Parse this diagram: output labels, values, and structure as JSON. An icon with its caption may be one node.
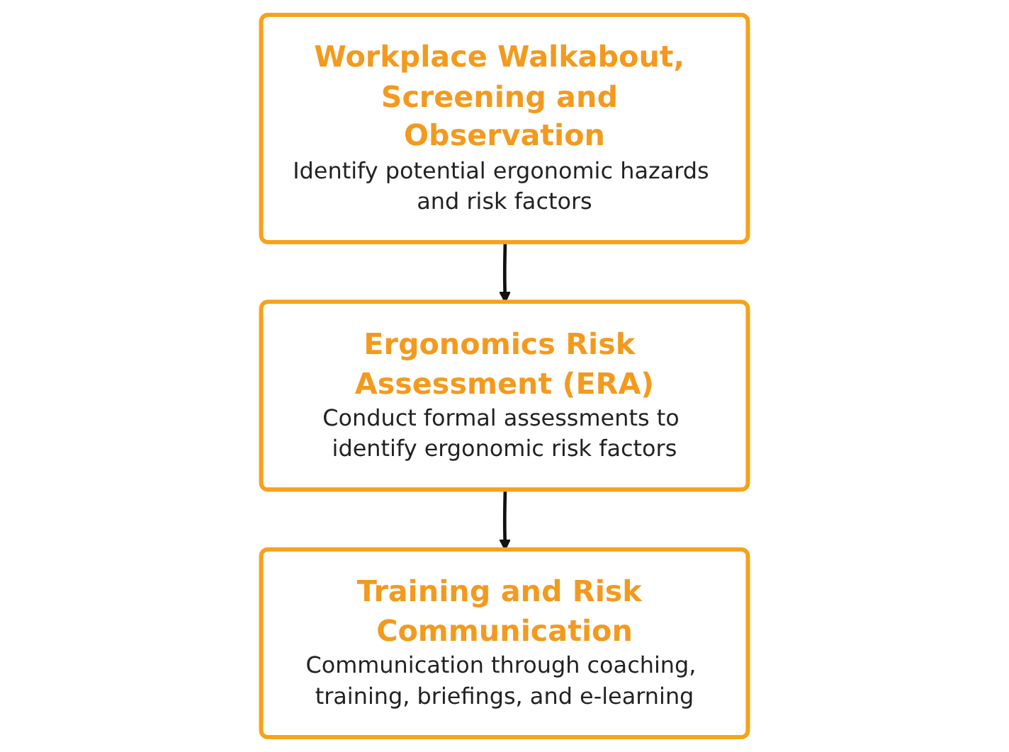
{
  "diagram": {
    "nodes": [
      {
        "text": [
          "Workplace Walkabout, Screening and Observation",
          "Identify potential ergonomic hazards and risk factors"
        ]
      },
      {
        "text": [
          "Ergonomics Risk Assessment (ERA)",
          "Conduct formal assessments to identify ergonomic risk factors"
        ]
      },
      {
        "text": [
          "Training and Risk Communication",
          "Communication through coaching, training, briefings, and e-learning"
        ]
      }
    ],
    "edges": [
      {
        "from": 0,
        "to": 1,
        "arrow": "to"
      },
      {
        "from": 1,
        "to": 2,
        "arrow": "to"
      }
    ]
  }
}
